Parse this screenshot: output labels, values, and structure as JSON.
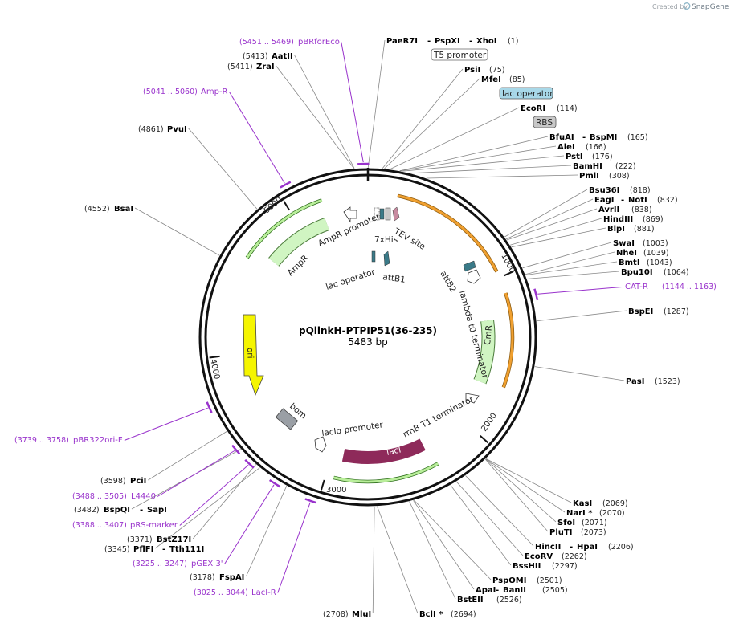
{
  "plasmid": {
    "name": "pQlinkH-PTPIP51(36-235)",
    "length_text": "5483 bp",
    "length": 5483
  },
  "credit": {
    "created_by": "Created by",
    "brand": "SnapGene"
  },
  "colors": {
    "ring": "#111111",
    "primer": "#9933cc",
    "orange": "#f0a030",
    "green_light": "#d0f5c2",
    "yellow": "#f5f500",
    "purple": "#8e2a5a",
    "grey": "#9a9fa5",
    "teal": "#3a7a88",
    "pink": "#c88aa0",
    "lac_box": "#a8d8e8",
    "rbs_box": "#c8c8c8"
  },
  "ticks": [
    "1000",
    "2000",
    "3000",
    "4000",
    "5000"
  ],
  "tick_positions": [
    1000,
    2000,
    3000,
    4000,
    5000
  ],
  "sites": [
    {
      "name": "PaeR7I",
      "pos": "",
      "bp": 1
    },
    {
      "name": "PspXI",
      "pos": "",
      "bp": 1
    },
    {
      "name": "XhoI",
      "pos": "(1)",
      "bp": 1
    },
    {
      "name": "PsiI",
      "pos": "(75)",
      "bp": 75
    },
    {
      "name": "MfeI",
      "pos": "(85)",
      "bp": 85
    },
    {
      "name": "EcoRI",
      "pos": "(114)",
      "bp": 114
    },
    {
      "name": "BfuAI",
      "pos": "",
      "bp": 165
    },
    {
      "name": "BspMI",
      "pos": "(165)",
      "bp": 165
    },
    {
      "name": "AleI",
      "pos": "(166)",
      "bp": 166
    },
    {
      "name": "PstI",
      "pos": "(176)",
      "bp": 176
    },
    {
      "name": "BamHI",
      "pos": "(222)",
      "bp": 222
    },
    {
      "name": "PmlI",
      "pos": "(308)",
      "bp": 308
    },
    {
      "name": "Bsu36I",
      "pos": "(818)",
      "bp": 818
    },
    {
      "name": "EagI",
      "pos": "",
      "bp": 832
    },
    {
      "name": "NotI",
      "pos": "(832)",
      "bp": 832
    },
    {
      "name": "AvrII",
      "pos": "(838)",
      "bp": 838
    },
    {
      "name": "HindIII",
      "pos": "(869)",
      "bp": 869
    },
    {
      "name": "BlpI",
      "pos": "(881)",
      "bp": 881
    },
    {
      "name": "SwaI",
      "pos": "(1003)",
      "bp": 1003
    },
    {
      "name": "NheI",
      "pos": "(1039)",
      "bp": 1039
    },
    {
      "name": "BmtI",
      "pos": "(1043)",
      "bp": 1043
    },
    {
      "name": "Bpu10I",
      "pos": "(1064)",
      "bp": 1064
    },
    {
      "name": "BspEI",
      "pos": "(1287)",
      "bp": 1287
    },
    {
      "name": "PasI",
      "pos": "(1523)",
      "bp": 1523
    },
    {
      "name": "KasI",
      "pos": "(2069)",
      "bp": 2069
    },
    {
      "name": "NarI *",
      "pos": "(2070)",
      "bp": 2070
    },
    {
      "name": "SfoI",
      "pos": "(2071)",
      "bp": 2071
    },
    {
      "name": "PluTI",
      "pos": "(2073)",
      "bp": 2073
    },
    {
      "name": "HincII",
      "pos": "",
      "bp": 2206
    },
    {
      "name": "HpaI",
      "pos": "(2206)",
      "bp": 2206
    },
    {
      "name": "EcoRV",
      "pos": "(2262)",
      "bp": 2262
    },
    {
      "name": "BssHII",
      "pos": "(2297)",
      "bp": 2297
    },
    {
      "name": "PspOMI",
      "pos": "(2501)",
      "bp": 2501
    },
    {
      "name": "ApaI",
      "pos": "",
      "bp": 2505
    },
    {
      "name": "BanII",
      "pos": "(2505)",
      "bp": 2505
    },
    {
      "name": "BstEII",
      "pos": "(2526)",
      "bp": 2526
    },
    {
      "name": "BclI *",
      "pos": "(2694)",
      "bp": 2694
    },
    {
      "name": "MluI",
      "pos": "(2708)",
      "bp": 2708
    },
    {
      "name": "FspAI",
      "pos": "(3178)",
      "bp": 3178
    },
    {
      "name": "PflFI",
      "pos": "(3345)",
      "bp": 3345
    },
    {
      "name": "Tth111I",
      "pos": "",
      "bp": 3345
    },
    {
      "name": "BstZ17I",
      "pos": "(3371)",
      "bp": 3371
    },
    {
      "name": "BspQI",
      "pos": "(3482)",
      "bp": 3482
    },
    {
      "name": "SapI",
      "pos": "",
      "bp": 3482
    },
    {
      "name": "PciI",
      "pos": "(3598)",
      "bp": 3598
    },
    {
      "name": "BsaI",
      "pos": "(4552)",
      "bp": 4552
    },
    {
      "name": "PvuI",
      "pos": "(4861)",
      "bp": 4861
    },
    {
      "name": "ZraI",
      "pos": "(5411)",
      "bp": 5411
    },
    {
      "name": "AatII",
      "pos": "(5413)",
      "bp": 5413
    }
  ],
  "primers": [
    {
      "name": "pBRforEco",
      "pos": "(5451 .. 5469)",
      "start": 5451,
      "end": 5469
    },
    {
      "name": "Amp-R",
      "pos": "(5041 .. 5060)",
      "start": 5041,
      "end": 5060
    },
    {
      "name": "CAT-R",
      "pos": "(1144 .. 1163)",
      "start": 1144,
      "end": 1163
    },
    {
      "name": "pBR322ori-F",
      "pos": "(3739 .. 3758)",
      "start": 3739,
      "end": 3758
    },
    {
      "name": "L4440",
      "pos": "(3488 .. 3505)",
      "start": 3488,
      "end": 3505
    },
    {
      "name": "pRS-marker",
      "pos": "(3388 .. 3407)",
      "start": 3388,
      "end": 3407
    },
    {
      "name": "pGEX 3'",
      "pos": "(3225 .. 3247)",
      "start": 3225,
      "end": 3247
    },
    {
      "name": "LacI-R",
      "pos": "(3025 .. 3044)",
      "start": 3025,
      "end": 3044
    }
  ],
  "boxed_features": [
    {
      "name": "T5 promoter",
      "style": "white"
    },
    {
      "name": "lac operator",
      "style": "blue"
    },
    {
      "name": "RBS",
      "style": "grey"
    }
  ],
  "features": [
    {
      "name": "AmpR promoter"
    },
    {
      "name": "AmpR"
    },
    {
      "name": "7xHis"
    },
    {
      "name": "TEV site"
    },
    {
      "name": "lac operator"
    },
    {
      "name": "attB1"
    },
    {
      "name": "attB2"
    },
    {
      "name": "lambda t0 terminator"
    },
    {
      "name": "CmR"
    },
    {
      "name": "ori"
    },
    {
      "name": "bom"
    },
    {
      "name": "lacIq promoter"
    },
    {
      "name": "rrnB T1 terminator"
    },
    {
      "name": "lacI"
    }
  ]
}
